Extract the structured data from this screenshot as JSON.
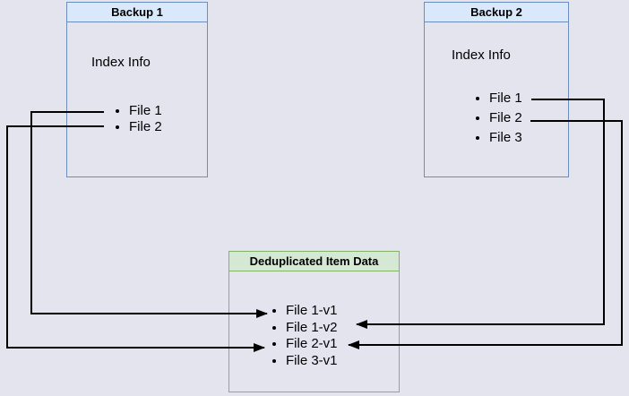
{
  "diagram": {
    "backup1": {
      "title": "Backup 1",
      "subtitle": "Index Info",
      "items": [
        "File 1",
        "File 2"
      ]
    },
    "backup2": {
      "title": "Backup 2",
      "subtitle": "Index Info",
      "items": [
        "File 1",
        "File 2",
        "File 3"
      ]
    },
    "dedup": {
      "title": "Deduplicated Item Data",
      "items": [
        "File 1-v1",
        "File 1-v2",
        "File 2-v1",
        "File 3-v1"
      ]
    },
    "connections": [
      {
        "from": "Backup 1 / File 1",
        "to": "File 1-v1",
        "side": "left"
      },
      {
        "from": "Backup 1 / File 2",
        "to": "File 2-v1",
        "side": "left"
      },
      {
        "from": "Backup 2 / File 1",
        "to": "File 1-v2",
        "side": "right"
      },
      {
        "from": "Backup 2 / File 2",
        "to": "File 2-v1",
        "side": "right"
      }
    ],
    "colors": {
      "background": "#e4e4ef",
      "blue_border": "#6c8ebf",
      "blue_header_fill": "#dae8fc",
      "green_border": "#82b366",
      "green_header_fill": "#d5e8d4",
      "connector_line": "#000000"
    }
  }
}
